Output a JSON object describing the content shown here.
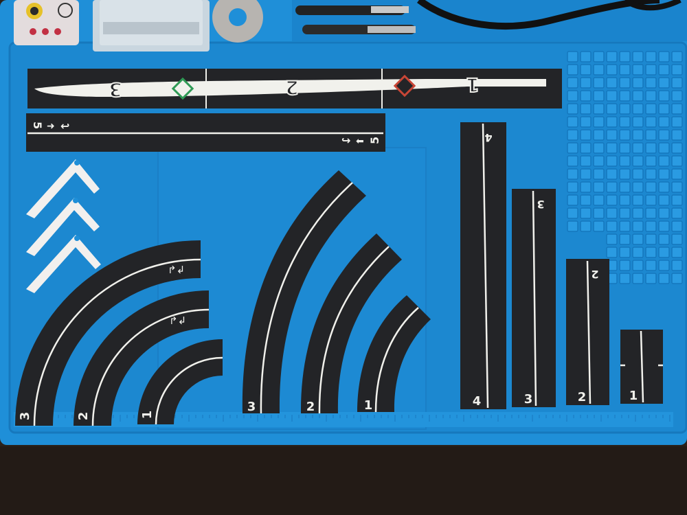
{
  "colors": {
    "mat": "#1f8fd8",
    "mat_dark": "#167cc3",
    "mat_light": "#2e9fe6",
    "template": "#232427",
    "marking": "#f1f1ec",
    "wood": "#2a211b",
    "green_icon": "#2f9a55",
    "red_icon": "#c84636"
  },
  "ruler": {
    "numbers": [
      "3",
      "2",
      "1"
    ]
  },
  "straight_long": {
    "labels": [
      "5",
      "5"
    ]
  },
  "curves_wide": [
    {
      "number": "3"
    },
    {
      "number": "2"
    },
    {
      "number": "1"
    }
  ],
  "curves_tall": [
    {
      "number": "3"
    },
    {
      "number": "2"
    },
    {
      "number": "1"
    }
  ],
  "straights_vertical": [
    {
      "number": "4"
    },
    {
      "number": "3"
    },
    {
      "number": "2"
    },
    {
      "number": "1"
    }
  ],
  "icons": {
    "green": "green-diamond-icon",
    "red": "red-diamond-icon",
    "arrow": "arrow-icon",
    "u_turn": "u-turn-arrow-icon"
  }
}
